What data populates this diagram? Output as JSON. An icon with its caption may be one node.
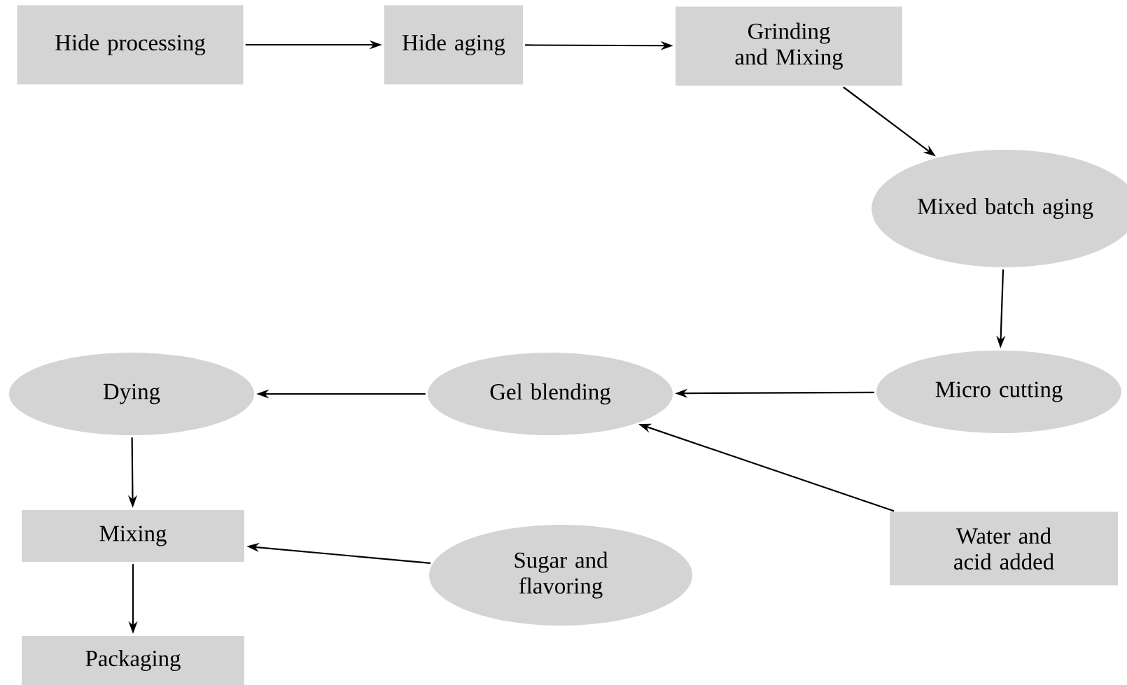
{
  "diagram": {
    "nodes": [
      {
        "text": [
          "Hide processing"
        ]
      },
      {
        "text": [
          "Hide aging"
        ]
      },
      {
        "text": [
          "Grinding and Mixing"
        ]
      },
      {
        "text": [
          "Mixed batch aging"
        ]
      },
      {
        "text": [
          "Micro cutting"
        ]
      },
      {
        "text": [
          "Gel blending"
        ]
      },
      {
        "text": [
          "Dying"
        ]
      },
      {
        "text": [
          "Mixing"
        ]
      },
      {
        "text": [
          "Sugar and flavoring"
        ]
      },
      {
        "text": [
          "Water and acid added"
        ]
      },
      {
        "text": [
          "Packaging"
        ]
      }
    ],
    "edges": [
      {
        "from": 0,
        "to": 1,
        "arrow": "to"
      },
      {
        "from": 1,
        "to": 2,
        "arrow": "to"
      },
      {
        "from": 2,
        "to": 3,
        "arrow": "to"
      },
      {
        "from": 3,
        "to": 4,
        "arrow": "to"
      },
      {
        "from": 4,
        "to": 5,
        "arrow": "to"
      },
      {
        "from": 5,
        "to": 6,
        "arrow": "to"
      },
      {
        "from": 6,
        "to": 7,
        "arrow": "to"
      },
      {
        "from": 9,
        "to": 5,
        "arrow": "to"
      },
      {
        "from": 8,
        "to": 7,
        "arrow": "to"
      },
      {
        "from": 7,
        "to": 10,
        "arrow": "to"
      }
    ]
  }
}
